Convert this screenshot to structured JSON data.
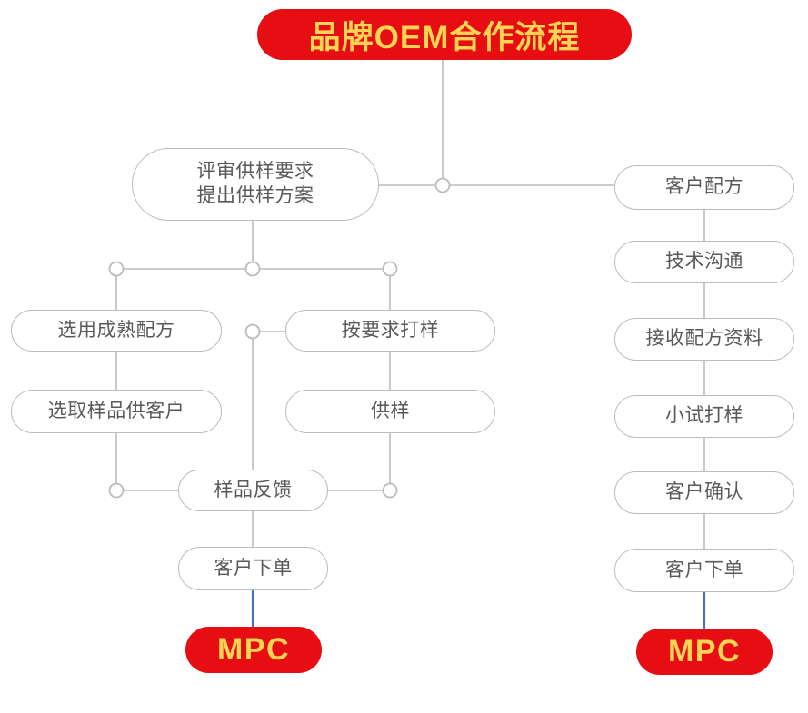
{
  "title": {
    "text": "品牌OEM合作流程",
    "bg_color": "#e60d13",
    "text_color": "#ffd452"
  },
  "colors": {
    "node_border": "#b9bcc0",
    "node_text": "#58595b",
    "connector": "#b9bcc0",
    "accent_red": "#e60d13",
    "accent_gold": "#ffd452",
    "blue_connector": "#4472c4",
    "background": "#ffffff"
  },
  "chart_data": {
    "type": "diagram",
    "title": "品牌OEM合作流程",
    "branches": [
      {
        "name": "left-branch",
        "root": "评审供样要求 提出供样方案",
        "nodes": [
          "选用成熟配方",
          "选取样品供客户",
          "按要求打样",
          "供样",
          "样品反馈",
          "客户下单",
          "MPC"
        ]
      },
      {
        "name": "right-branch",
        "root": "客户配方",
        "nodes": [
          "客户配方",
          "技术沟通",
          "接收配方资料",
          "小试打样",
          "客户确认",
          "客户下单",
          "MPC"
        ]
      }
    ]
  },
  "left_branch": {
    "review_box": {
      "line1": "评审供样要求",
      "line2": "提出供样方案"
    },
    "mature_formula": "选用成熟配方",
    "select_sample": "选取样品供客户",
    "sample_on_request": "按要求打样",
    "supply_sample": "供样",
    "sample_feedback": "样品反馈",
    "customer_order": "客户下单",
    "mpc": "MPC"
  },
  "right_branch": {
    "customer_formula": "客户配方",
    "tech_communication": "技术沟通",
    "receive_formula_docs": "接收配方资料",
    "pilot_sample": "小试打样",
    "customer_confirm": "客户确认",
    "customer_order": "客户下单",
    "mpc": "MPC"
  }
}
